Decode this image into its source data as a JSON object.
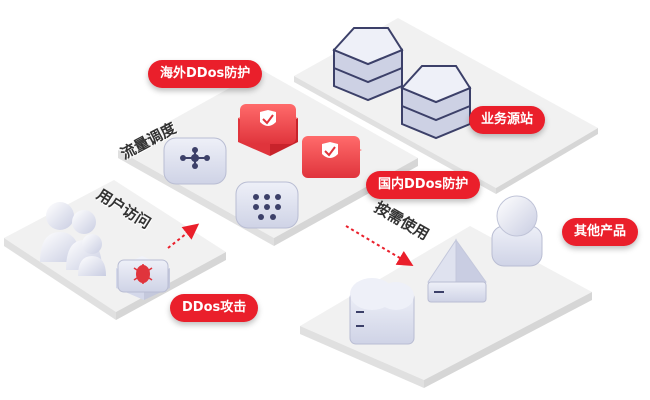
{
  "labels": {
    "overseas_ddos": "海外DDos防护",
    "business_origin": "业务源站",
    "domestic_ddos": "国内DDos防护",
    "other_products": "其他产品",
    "ddos_attack": "DDos攻击",
    "traffic_scheduling": "流量调度",
    "user_access": "用户访问",
    "on_demand_use": "按需使用"
  },
  "colors": {
    "accent": "#ea1f2b",
    "platform": "#eeeeee",
    "device": "#dfe2ef",
    "device_dark": "#3c4069"
  },
  "icons": {
    "shield": "shield-check-icon",
    "server": "server-stack-icon",
    "attack": "bug-icon",
    "users": "users-icon",
    "network": "network-node-icon",
    "dots": "dot-grid-icon",
    "cloud": "cloud-storage-icon",
    "pyramid": "pyramid-icon",
    "sphere": "sphere-icon"
  }
}
